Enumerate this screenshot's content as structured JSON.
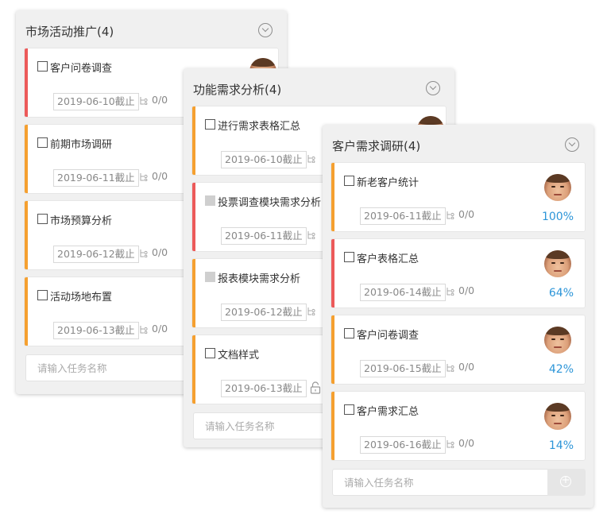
{
  "colors": {
    "stripe_orange": "#f5a030",
    "stripe_red": "#ec5a5a",
    "percent_blue": "#2c95d8",
    "column_bg": "#f0f0f0"
  },
  "columns": [
    {
      "title": "市场活动推广(4)",
      "input_placeholder": "请输入任务名称",
      "tasks": [
        {
          "name": "客户问卷调查",
          "deadline": "2019-06-10截止",
          "subtasks": "0/0",
          "priority": "red"
        },
        {
          "name": "前期市场调研",
          "deadline": "2019-06-11截止",
          "subtasks": "0/0",
          "priority": "orange"
        },
        {
          "name": "市场预算分析",
          "deadline": "2019-06-12截止",
          "subtasks": "0/0",
          "priority": "orange"
        },
        {
          "name": "活动场地布置",
          "deadline": "2019-06-13截止",
          "subtasks": "0/0",
          "priority": "orange"
        }
      ]
    },
    {
      "title": "功能需求分析(4)",
      "input_placeholder": "请输入任务名称",
      "tasks": [
        {
          "name": "进行需求表格汇总",
          "deadline": "2019-06-10截止",
          "priority": "orange",
          "checkbox": "enabled"
        },
        {
          "name": "投票调查模块需求分析",
          "deadline": "2019-06-11截止",
          "priority": "red",
          "checkbox": "disabled"
        },
        {
          "name": "报表模块需求分析",
          "deadline": "2019-06-12截止",
          "priority": "orange",
          "checkbox": "disabled"
        },
        {
          "name": "文档样式",
          "deadline": "2019-06-13截止",
          "priority": "orange",
          "checkbox": "enabled",
          "lock_icon": "lock-icon"
        }
      ]
    },
    {
      "title": "客户需求调研(4)",
      "input_placeholder": "请输入任务名称",
      "add_button_icon": "plus-circle-icon",
      "tasks": [
        {
          "name": "新老客户统计",
          "deadline": "2019-06-11截止",
          "subtasks": "0/0",
          "percent": "100%",
          "progress": 1.0,
          "priority": "orange"
        },
        {
          "name": "客户表格汇总",
          "deadline": "2019-06-14截止",
          "subtasks": "0/0",
          "percent": "64%",
          "progress": 0.64,
          "priority": "red"
        },
        {
          "name": "客户问卷调查",
          "deadline": "2019-06-15截止",
          "subtasks": "0/0",
          "percent": "42%",
          "progress": 0.42,
          "priority": "orange"
        },
        {
          "name": "客户需求汇总",
          "deadline": "2019-06-16截止",
          "subtasks": "0/0",
          "percent": "14%",
          "progress": 0.14,
          "priority": "orange"
        }
      ]
    }
  ]
}
